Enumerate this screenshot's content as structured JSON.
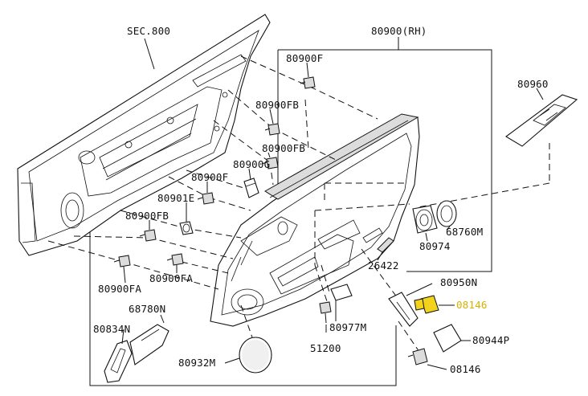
{
  "labels": {
    "sec800": "SEC.800",
    "p80900rh": "80900(RH)",
    "p80900f_top": "80900F",
    "p80900fb_top": "80900FB",
    "p80900fb_mid": "80900FB",
    "p80900g": "80900G",
    "p80900f_mid": "80900F",
    "p80901e": "80901E",
    "p80900fb_left": "80900FB",
    "p80900fa_left": "80900FA",
    "p80900fa_mid": "80900FA",
    "p80960": "80960",
    "p68760m": "68760M",
    "p80974": "80974",
    "p26422": "26422",
    "p80950n": "80950N",
    "p08146_hl": "08146",
    "p80944p": "80944P",
    "p08146_bot": "08146",
    "p80977m": "80977M",
    "p51200": "51200",
    "p68780n": "68780N",
    "p80834n": "80834N",
    "p80932m": "80932M"
  },
  "colors": {
    "highlight": "#f2d21b",
    "highlight_text": "#d8b000",
    "line": "#111111"
  }
}
